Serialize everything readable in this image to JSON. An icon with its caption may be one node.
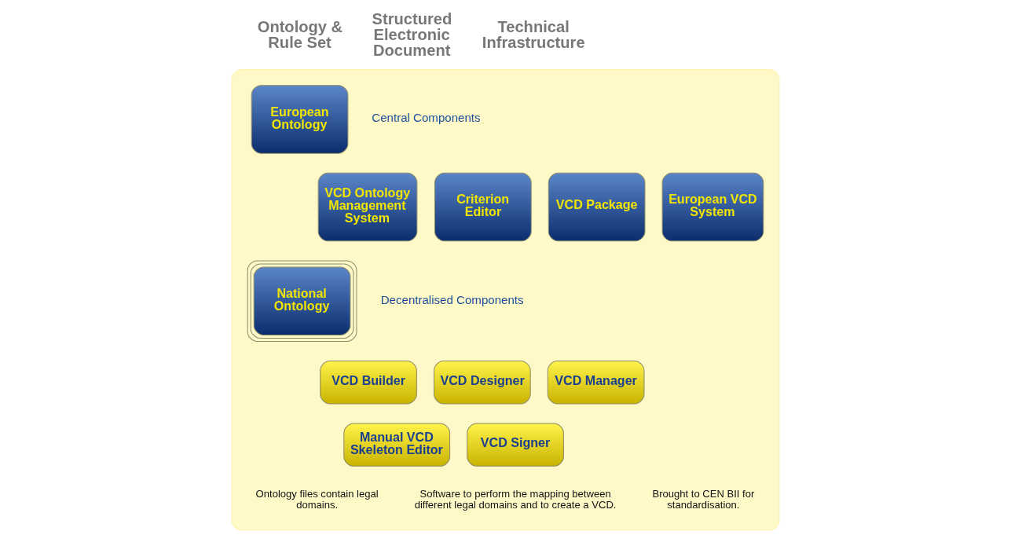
{
  "diagram": {
    "nodes": [
      {
        "text": [],
        "shape": "box"
      },
      {
        "text": [
          "European Ontology"
        ],
        "in": 0
      },
      {
        "text": [
          "National Ontology"
        ],
        "in": 0
      },
      {
        "text": [
          "VCD Package"
        ],
        "in": 0
      },
      {
        "text": [
          "European VCD System"
        ],
        "in": 0
      },
      {
        "text": [
          "VCD Ontology Management System"
        ],
        "in": 0
      },
      {
        "text": [
          "Criterion Editor"
        ],
        "in": 0
      },
      {
        "text": [
          "VCD Builder"
        ],
        "in": 0
      },
      {
        "text": [
          "VCD Designer"
        ],
        "in": 0
      },
      {
        "text": [
          "VCD Manager"
        ],
        "in": 0
      },
      {
        "text": [
          "VCD Signer"
        ],
        "in": 0
      },
      {
        "text": [
          "Manual VCD Skeleton Editor"
        ],
        "in": 0
      }
    ],
    "edges": [],
    "labels": [
      "Ontology & Rule Set",
      "Structured Electronic Document",
      "Technical Infrastructure",
      "Central Components",
      "Decentralised Components",
      "Ontology files contain legal domains.",
      "Brought to CEN BII for standardisation.",
      "Software to perform the mapping between different legal domains and to create a VCD."
    ]
  }
}
